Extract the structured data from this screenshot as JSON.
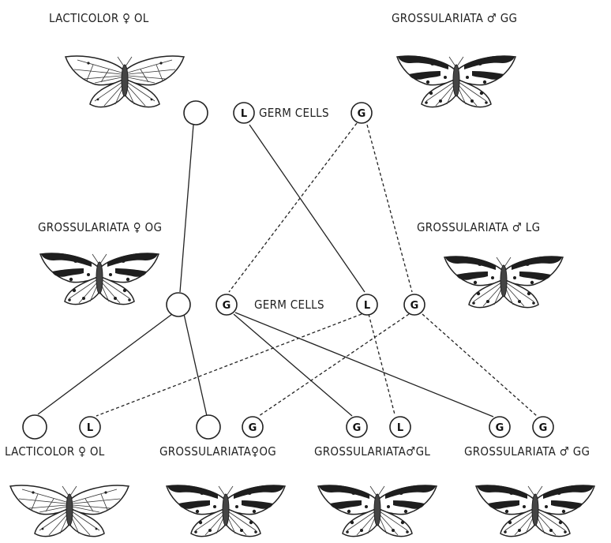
{
  "germ_cells_label": "GERM CELLS",
  "moths": [
    {
      "id": "p-female",
      "label": "LACTICOLOR ♀ OL",
      "form": "lacticolor"
    },
    {
      "id": "p-male",
      "label": "GROSSULARIATA ♂ GG",
      "form": "grossulariata"
    },
    {
      "id": "f1-female",
      "label": "GROSSULARIATA ♀ OG",
      "form": "grossulariata"
    },
    {
      "id": "f1-male",
      "label": "GROSSULARIATA ♂ LG",
      "form": "grossulariata"
    },
    {
      "id": "f2-1",
      "label": "LACTICOLOR ♀ OL",
      "form": "lacticolor"
    },
    {
      "id": "f2-2",
      "label": "GROSSULARIATA♀OG",
      "form": "grossulariata"
    },
    {
      "id": "f2-3",
      "label": "GROSSULARIATA♂GL",
      "form": "grossulariata"
    },
    {
      "id": "f2-4",
      "label": "GROSSULARIATA ♂ GG",
      "form": "grossulariata"
    }
  ],
  "cells": [
    {
      "id": "p-o",
      "letter": ""
    },
    {
      "id": "p-l",
      "letter": "L"
    },
    {
      "id": "p-g",
      "letter": "G"
    },
    {
      "id": "f1-o",
      "letter": ""
    },
    {
      "id": "f1-g1",
      "letter": "G"
    },
    {
      "id": "f1-l",
      "letter": "L"
    },
    {
      "id": "f1-g2",
      "letter": "G"
    },
    {
      "id": "f2a-o",
      "letter": ""
    },
    {
      "id": "f2a-l",
      "letter": "L"
    },
    {
      "id": "f2b-o",
      "letter": ""
    },
    {
      "id": "f2b-g",
      "letter": "G"
    },
    {
      "id": "f2c-g",
      "letter": "G"
    },
    {
      "id": "f2c-l",
      "letter": "L"
    },
    {
      "id": "f2d-g1",
      "letter": "G"
    },
    {
      "id": "f2d-g2",
      "letter": "G"
    }
  ]
}
